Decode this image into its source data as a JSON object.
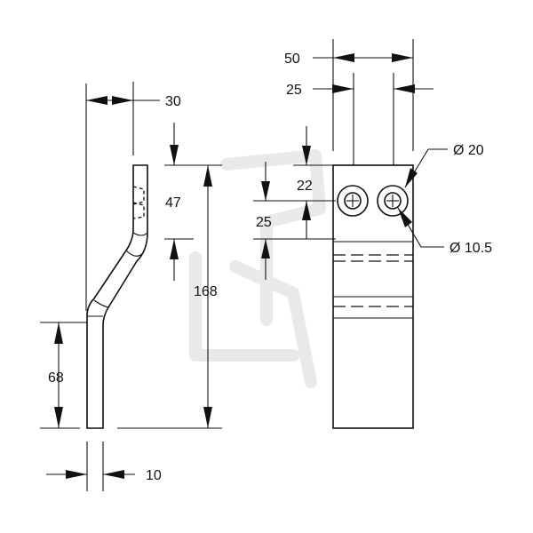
{
  "side_view": {
    "width_top": "30",
    "tab_height": "47",
    "overall_height": "168",
    "bottom_height": "68",
    "thickness": "10"
  },
  "front_view": {
    "overall_width": "50",
    "hole_offset": "25",
    "top_to_hole": "22",
    "hole_spacing": "25",
    "outer_diameter": "Ø 20",
    "hole_diameter": "Ø 10.5"
  },
  "colors": {
    "line": "#111111",
    "watermark": "#e9e9e9",
    "background": "#ffffff"
  }
}
